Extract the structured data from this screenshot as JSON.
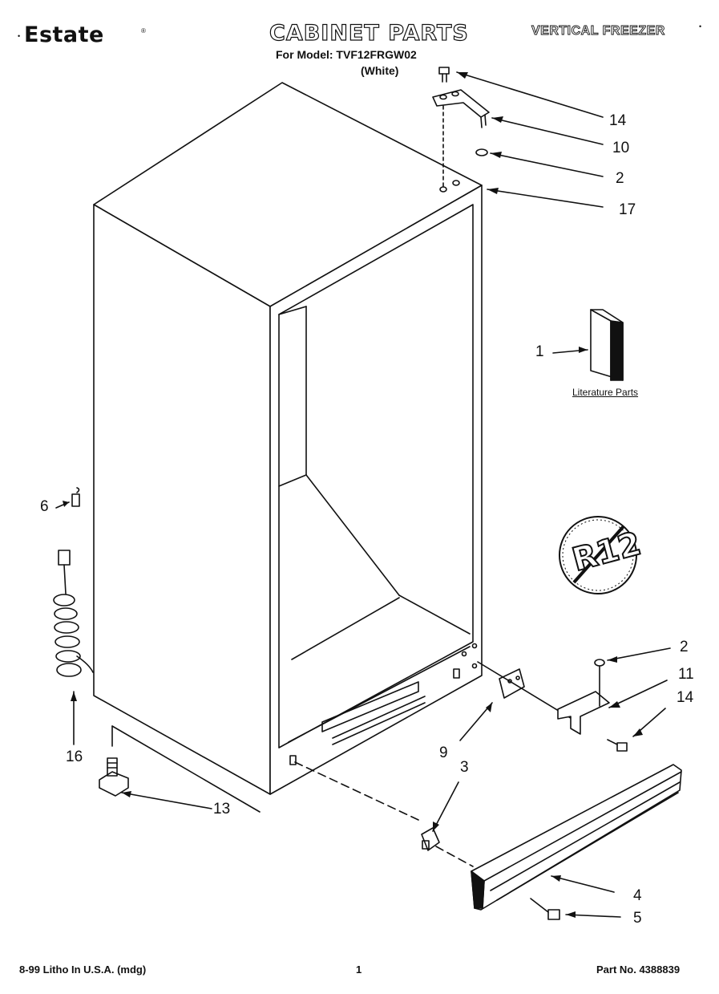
{
  "header": {
    "brand": "Estate",
    "brand_mark": "®",
    "title": "CABINET PARTS",
    "subtitle": "For Model: TVF12FRGW02",
    "color_note": "(White)",
    "category": "VERTICAL FREEZER"
  },
  "literature_label": "Literature Parts",
  "refrigerant_badge": "R12",
  "callouts": {
    "c14_top": "14",
    "c10": "10",
    "c2_top": "2",
    "c17": "17",
    "c1": "1",
    "c6": "6",
    "c16": "16",
    "c13": "13",
    "c2_bottom": "2",
    "c11": "11",
    "c14_bottom": "14",
    "c9": "9",
    "c3": "3",
    "c4": "4",
    "c5": "5"
  },
  "footer": {
    "date_litho": "8-99 Litho In U.S.A. (mdg)",
    "page_number": "1",
    "part_number": "Part No. 4388839"
  },
  "colors": {
    "ink": "#111111",
    "background": "#ffffff"
  }
}
